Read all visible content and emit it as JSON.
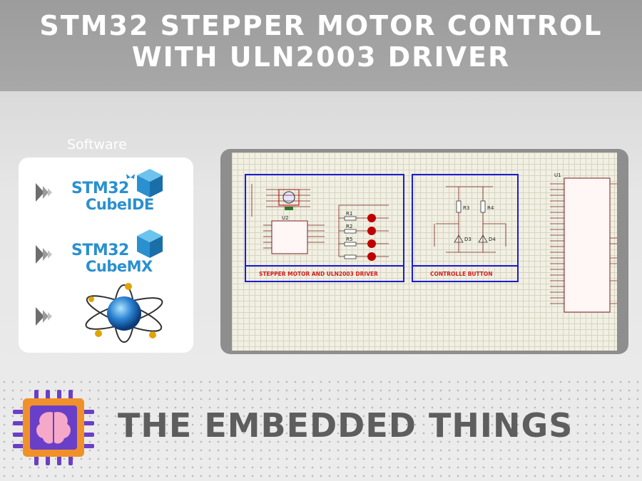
{
  "header": {
    "title_line1": "STM32 STEPPER MOTOR CONTROL",
    "title_line2": "WITH ULN2003 DRIVER"
  },
  "software": {
    "label": "Software",
    "items": [
      {
        "line1": "STM32",
        "line2": "CubeIDE",
        "icon": "stm32-cubeide-logo"
      },
      {
        "line1": "STM32",
        "line2": "CubeMX",
        "icon": "stm32-cubemx-logo"
      },
      {
        "icon": "proteus-logo"
      }
    ]
  },
  "schematic": {
    "driver_caption": "STEPPER MOTOR AND ULN2003 DRIVER",
    "button_caption": "CONTROLLE BUTTON",
    "u1_label": "U1",
    "u2_label": "U2",
    "resistors": [
      "R1",
      "R2",
      "R3",
      "R4",
      "R5"
    ],
    "diodes": [
      "D3",
      "D4"
    ]
  },
  "brand": {
    "name": "THE EMBEDDED THINGS"
  },
  "colors": {
    "header_bg": "#a3a3a3",
    "brand_text": "#5e5e5e",
    "cube_blue": "#2a90cf",
    "schematic_blue": "#1c1cd6",
    "schematic_red": "#d61c1c",
    "logo_orange": "#f0902a",
    "logo_purple": "#6a3fc8"
  }
}
